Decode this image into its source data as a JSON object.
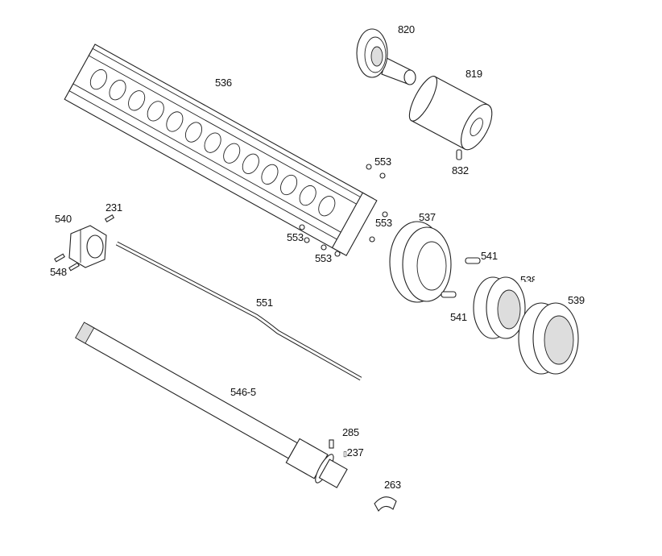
{
  "diagram": {
    "type": "exploded-parts-diagram",
    "labels": {
      "p820": "820",
      "p819": "819",
      "p832": "832",
      "p536": "536",
      "p553_a": "553",
      "p553_b": "553",
      "p553_c": "553",
      "p553_d": "553",
      "p231": "231",
      "p540": "540",
      "p548": "548",
      "p551": "551",
      "p537": "537",
      "p541_a": "541",
      "p541_b": "541",
      "p538": "538",
      "p539": "539",
      "p546_5": "546-5",
      "p285": "285",
      "p237": "237",
      "p263": "263"
    }
  }
}
